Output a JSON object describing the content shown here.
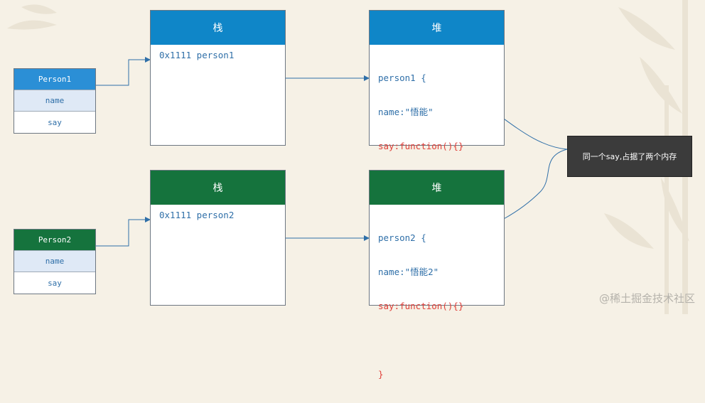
{
  "top": {
    "class_box": {
      "title": "Person1",
      "field": "name",
      "method": "say"
    },
    "stack": {
      "title": "栈",
      "content": "0x1111 person1"
    },
    "heap": {
      "title": "堆",
      "line1": "person1 {",
      "line2": "name:\"悟能\"",
      "line3": "say:function(){}",
      "line4": "}"
    }
  },
  "bottom": {
    "class_box": {
      "title": "Person2",
      "field": "name",
      "method": "say"
    },
    "stack": {
      "title": "栈",
      "content": "0x1111 person2"
    },
    "heap": {
      "title": "堆",
      "line1": "person2 {",
      "line2": "name:\"悟能2\"",
      "line3": "say:function(){}",
      "line4": "}"
    }
  },
  "note": {
    "text": "同一个say,占据了两个内存"
  },
  "watermark": "@稀土掘金技术社区",
  "colors": {
    "stack_blue": "#0f86c8",
    "stack_green": "#15733d",
    "class_blue": "#2b8fd6",
    "code_blue": "#2f6fa8",
    "code_red": "#e0403a",
    "note_bg": "#3b3b3b",
    "arrow": "#2f6fa8"
  }
}
